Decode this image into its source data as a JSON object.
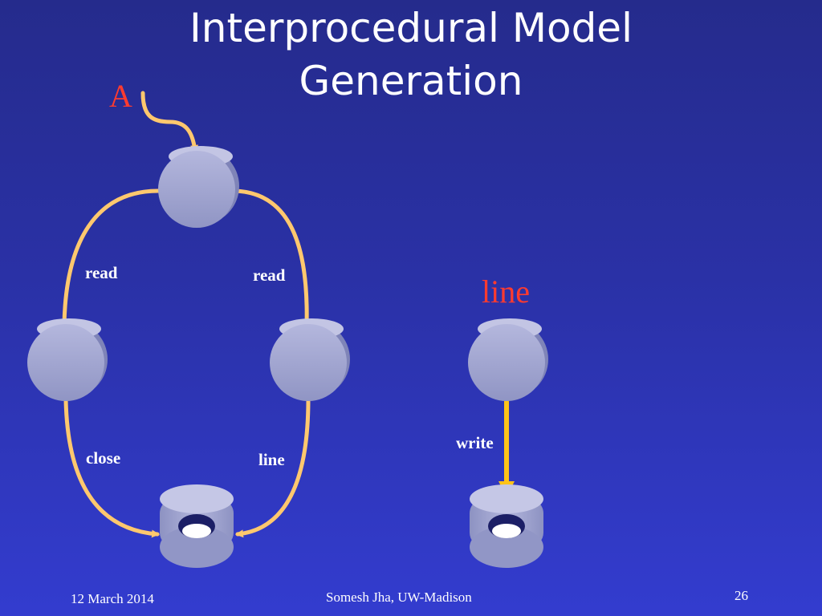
{
  "slide": {
    "title_line1": "Interprocedural Model",
    "title_line2": "Generation",
    "entry_label": "A",
    "procedure_label": "line",
    "edges": {
      "left_read": "read",
      "right_read": "read",
      "left_close": "close",
      "right_line": "line",
      "write": "write"
    },
    "footer": {
      "date": "12 March 2014",
      "author": "Somesh Jha, UW-Madison",
      "page": "26"
    },
    "colors": {
      "arrow": "#ffc86e",
      "write_arrow": "#ffc319",
      "node": "#9da2cc",
      "label_red": "#ff3b2f"
    }
  }
}
